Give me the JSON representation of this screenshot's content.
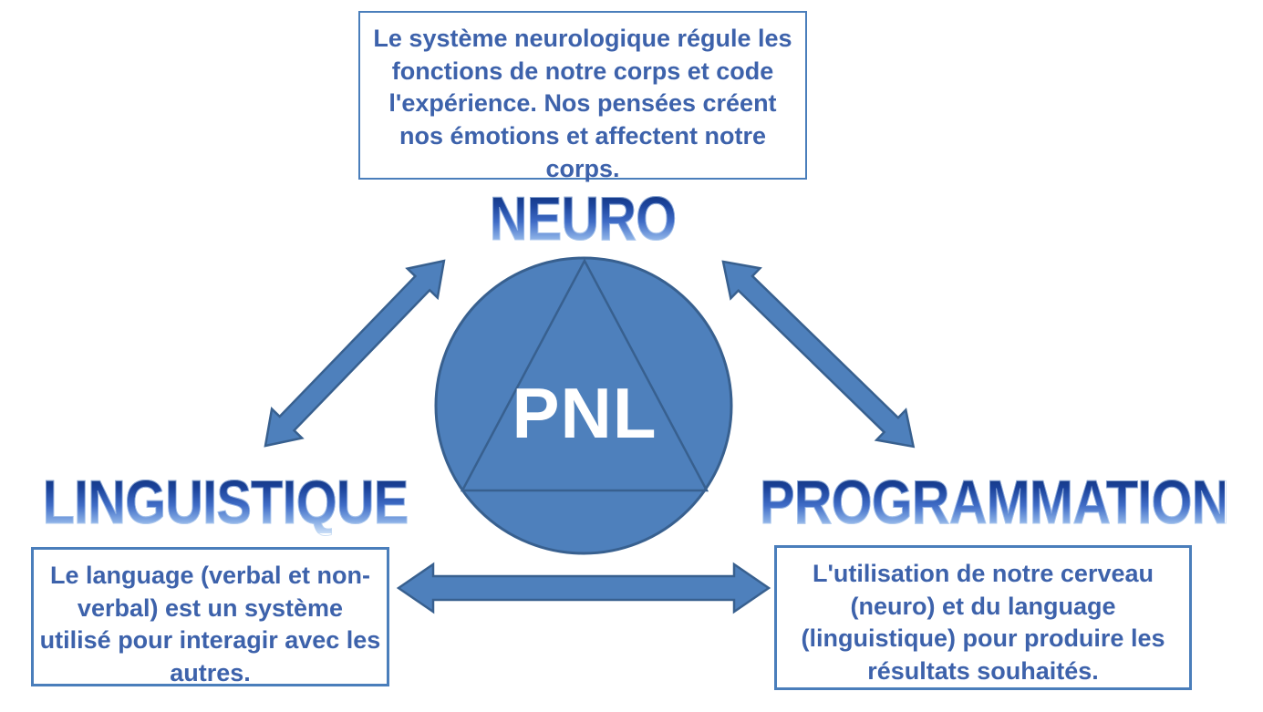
{
  "diagram": {
    "center_label": "PNL",
    "concepts": {
      "neuro": {
        "label": "NEURO",
        "description": "Le système neurologique régule les fonctions de notre corps et code l'expérience. Nos pensées créent nos émotions et affectent notre corps."
      },
      "linguistique": {
        "label": "LINGUISTIQUE",
        "description": "Le language (verbal et non-verbal) est un système utilisé pour interagir avec les autres."
      },
      "programmation": {
        "label": "PROGRAMMATION",
        "description": "L'utilisation de notre cerveau (neuro) et du language (linguistique) pour produire les résultats souhaités."
      }
    },
    "colors": {
      "shape_fill": "#4e80bc",
      "shape_stroke": "#38608f",
      "box_border": "#4a7ebb",
      "box_text": "#3d62ab",
      "heading_gradient_top": "#0d2f75",
      "heading_gradient_bottom": "#c9def6",
      "center_text": "#ffffff"
    }
  }
}
